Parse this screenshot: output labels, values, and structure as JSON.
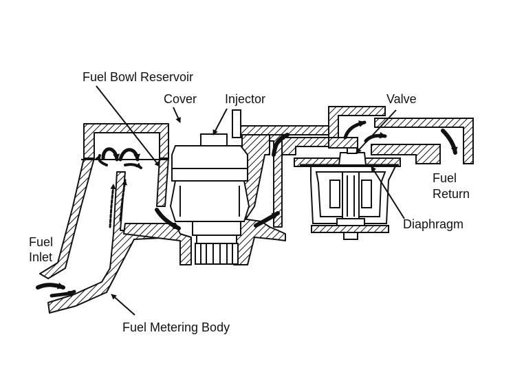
{
  "labels": {
    "fuel_bowl_reservoir": "Fuel Bowl Reservoir",
    "cover": "Cover",
    "injector": "Injector",
    "valve": "Valve",
    "fuel_return_line1": "Fuel",
    "fuel_return_line2": "Return",
    "diaphragm": "Diaphragm",
    "fuel_inlet_line1": "Fuel",
    "fuel_inlet_line2": "Inlet",
    "fuel_metering_body": "Fuel Metering Body"
  },
  "colors": {
    "ink": "#111111",
    "paper": "#ffffff"
  }
}
